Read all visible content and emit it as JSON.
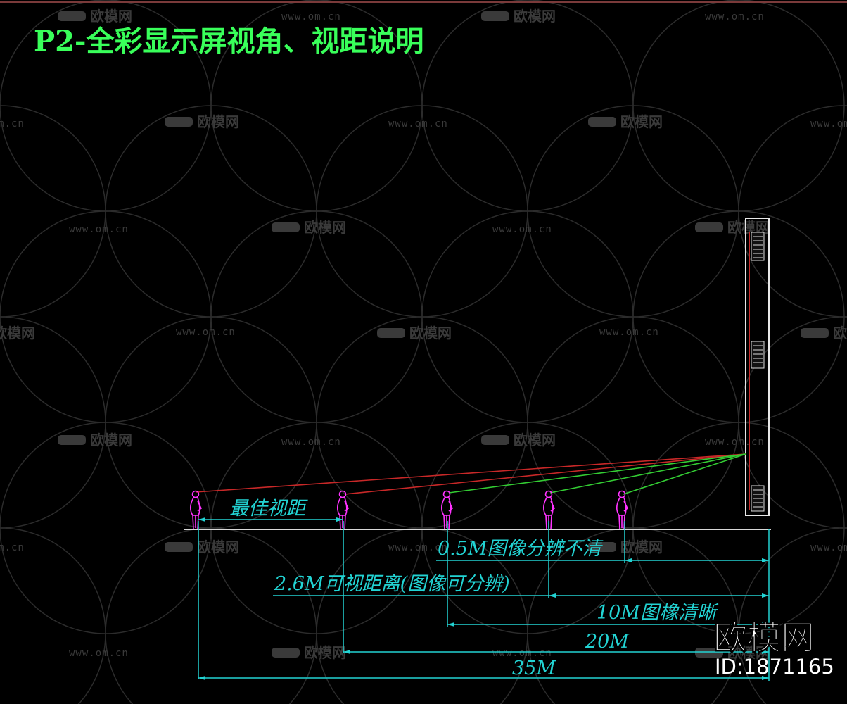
{
  "title": "P2-全彩显示屏视角、视距说明",
  "labels": {
    "best_distance": "最佳视距",
    "dim_0_5": "0.5M图像分辨不清",
    "dim_2_6": "2.6M可视距离(图像可分辨)",
    "dim_10": "10M图橡清晰",
    "dim_20": "20M",
    "dim_35": "35M"
  },
  "watermark": {
    "name": "欧模网",
    "url": "www.om.cn"
  },
  "brand": {
    "name": "欧模网",
    "id": "ID:1871165"
  },
  "colors": {
    "background": "#000000",
    "title": "#39ff5a",
    "dimension": "#22d3d3",
    "figure": "#ff33ff",
    "sight_red": "#c82828",
    "sight_green": "#33cc33",
    "screen": "#e8e8e8",
    "ground": "#d8d8d8",
    "watermark": "#333333",
    "brand": "#ffffff"
  }
}
